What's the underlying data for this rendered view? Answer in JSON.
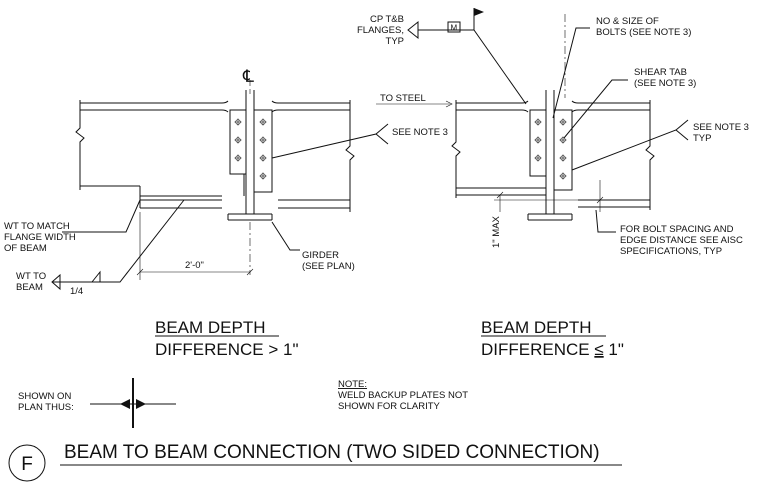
{
  "left_detail": {
    "centerline": "℄",
    "labels": {
      "wt_to_match": [
        "WT TO MATCH",
        "FLANGE WIDTH",
        "OF BEAM"
      ],
      "wt_to_beam": [
        "WT TO",
        "BEAM"
      ],
      "weld_size": "1/4",
      "dimension": "2'-0\"",
      "girder": [
        "GIRDER",
        "(SEE PLAN)"
      ],
      "see_note_3": "SEE NOTE 3"
    },
    "heading": [
      "BEAM DEPTH",
      "DIFFERENCE > 1\""
    ]
  },
  "right_detail": {
    "labels": {
      "cp_tb": [
        "CP T&B",
        "FLANGES,",
        "TYP"
      ],
      "weld_flag": "M",
      "to_steel": "TO STEEL",
      "no_size_bolts": [
        "NO & SIZE OF",
        "BOLTS (SEE NOTE 3)"
      ],
      "shear_tab": [
        "SHEAR TAB",
        "(SEE NOTE 3)"
      ],
      "see_note_3_typ": [
        "SEE NOTE 3",
        "TYP"
      ],
      "max": "1\" MAX",
      "bolt_spacing": [
        "FOR BOLT SPACING AND",
        "EDGE DISTANCE SEE AISC",
        "SPECIFICATIONS, TYP"
      ]
    },
    "heading_line1": "BEAM DEPTH",
    "heading_line2_prefix": "DIFFERENCE ",
    "heading_line2_symbol": "≤",
    "heading_line2_suffix": " 1\""
  },
  "legend": {
    "shown_on": [
      "SHOWN ON",
      "PLAN THUS:"
    ],
    "note": [
      "NOTE:",
      "WELD BACKUP PLATES NOT",
      "SHOWN FOR CLARITY"
    ]
  },
  "footer": {
    "detail_letter": "F",
    "title": "BEAM TO BEAM CONNECTION (TWO SIDED CONNECTION)"
  }
}
